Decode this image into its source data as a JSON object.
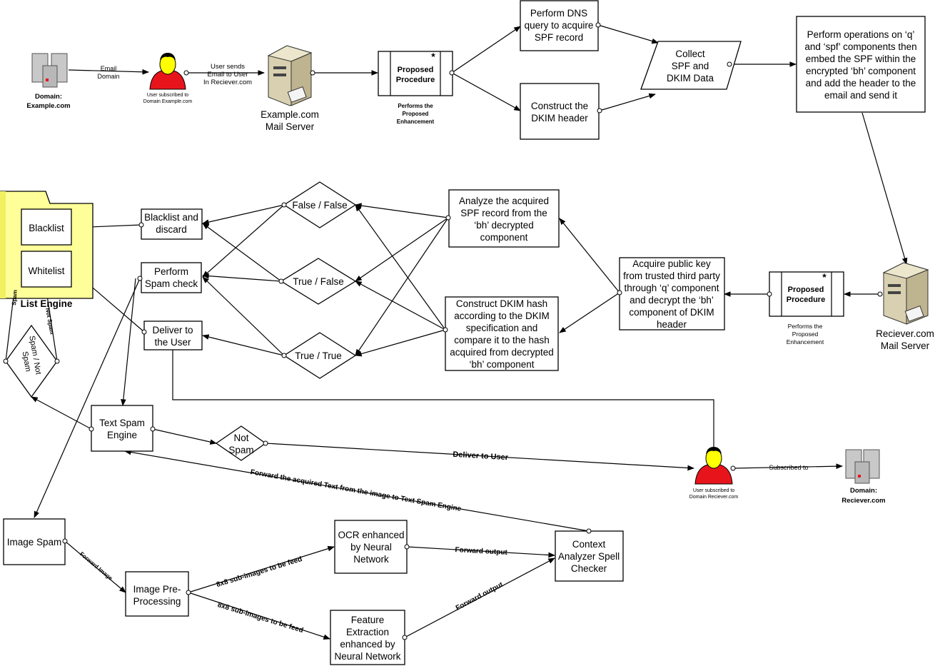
{
  "senders": {
    "domain": [
      "Domain:",
      "Example.com"
    ],
    "email_domain": [
      "Email",
      "Domain"
    ],
    "user_caption": [
      "User subscribed to",
      "Domain Example.com"
    ],
    "user_sends": [
      "User sends",
      "Email to User",
      "In Reciever.com"
    ],
    "mail_server": [
      "Example.com",
      "Mail Server"
    ]
  },
  "proposed_left": {
    "title": [
      "Proposed",
      "Procedure"
    ],
    "star": "*",
    "caption": [
      "Performs the",
      "Proposed",
      "Enhancement"
    ]
  },
  "dns": [
    "Perform DNS",
    "query to acquire",
    "SPF record"
  ],
  "dkim_header": [
    "Construct the",
    "DKIM header"
  ],
  "collect": [
    "Collect",
    "SPF and",
    "DKIM Data"
  ],
  "perform_ops": [
    "Perform operations on  ‘q’",
    "and ‘spf’ components then",
    "embed the SPF within the",
    "encrypted ‘bh’ component",
    "and add the header to the",
    "email and send it"
  ],
  "receiver_server": [
    "Reciever.com",
    "Mail Server"
  ],
  "proposed_right": {
    "title": [
      "Proposed",
      "Procedure"
    ],
    "star": "*",
    "caption": [
      "Performs the",
      "Proposed",
      "Enhancement"
    ]
  },
  "acquire_key": [
    "Acquire public key",
    "from trusted third party",
    "through ‘q’ component",
    "and decrypt the ‘bh’",
    "component of DKIM",
    "header"
  ],
  "analyze_spf": [
    "Analyze the acquired",
    "SPF record from the",
    "‘bh’ decrypted",
    "component"
  ],
  "dkim_hash": [
    "Construct DKIM hash",
    "according to the DKIM",
    "specification and",
    "compare it to the hash",
    "acquired from decrypted",
    "‘bh’ component"
  ],
  "decisions": {
    "ff": "False / False",
    "tf": "True / False",
    "tt": "True / True"
  },
  "blacklist_discard": [
    "Blacklist and",
    "discard"
  ],
  "spam_check": [
    "Perform",
    "Spam check"
  ],
  "deliver_user": [
    "Deliver to",
    "the User"
  ],
  "list_engine": {
    "title": "List Engine",
    "blacklist": "Blacklist",
    "whitelist": "Whitelist"
  },
  "spam_decision": {
    "text": [
      "Spam / Not",
      "Spam"
    ],
    "spam": "Spam",
    "not_spam": "Not Spam"
  },
  "text_engine": [
    "Text Spam",
    "Engine"
  ],
  "not_spam_diamond": [
    "Not",
    "Spam"
  ],
  "deliver_label": "Deliver to User",
  "forward_text": "Forward the acquired Text from the image to Text Spam Engine",
  "receiver_user_caption": [
    "User subscribed to",
    "Domain Reciever.com"
  ],
  "subscribed_to": "Subscribed to",
  "receiver_domain": [
    "Domain:",
    "Reciever.com"
  ],
  "image_spam": "Image Spam",
  "forward_image": "Forward Image",
  "preprocess": [
    "Image Pre-",
    "Processing"
  ],
  "sub_images_1": "8x8 sub-images to be feed",
  "sub_images_2": "8x8 sub-images to be feed",
  "ocr": [
    "OCR enhanced",
    "by Neural",
    "Network"
  ],
  "feature": [
    "Feature",
    "Extraction",
    "enhanced by",
    "Neural Network"
  ],
  "forward_output_1": "Forward output",
  "forward_output_2": "Forward output",
  "context": [
    "Context",
    "Analyzer Spell",
    "Checker"
  ],
  "colors": {
    "user_red": "#e8141c",
    "user_skin": "#ffff00",
    "folder": "#ffff99",
    "server": "#d8d0b0"
  }
}
